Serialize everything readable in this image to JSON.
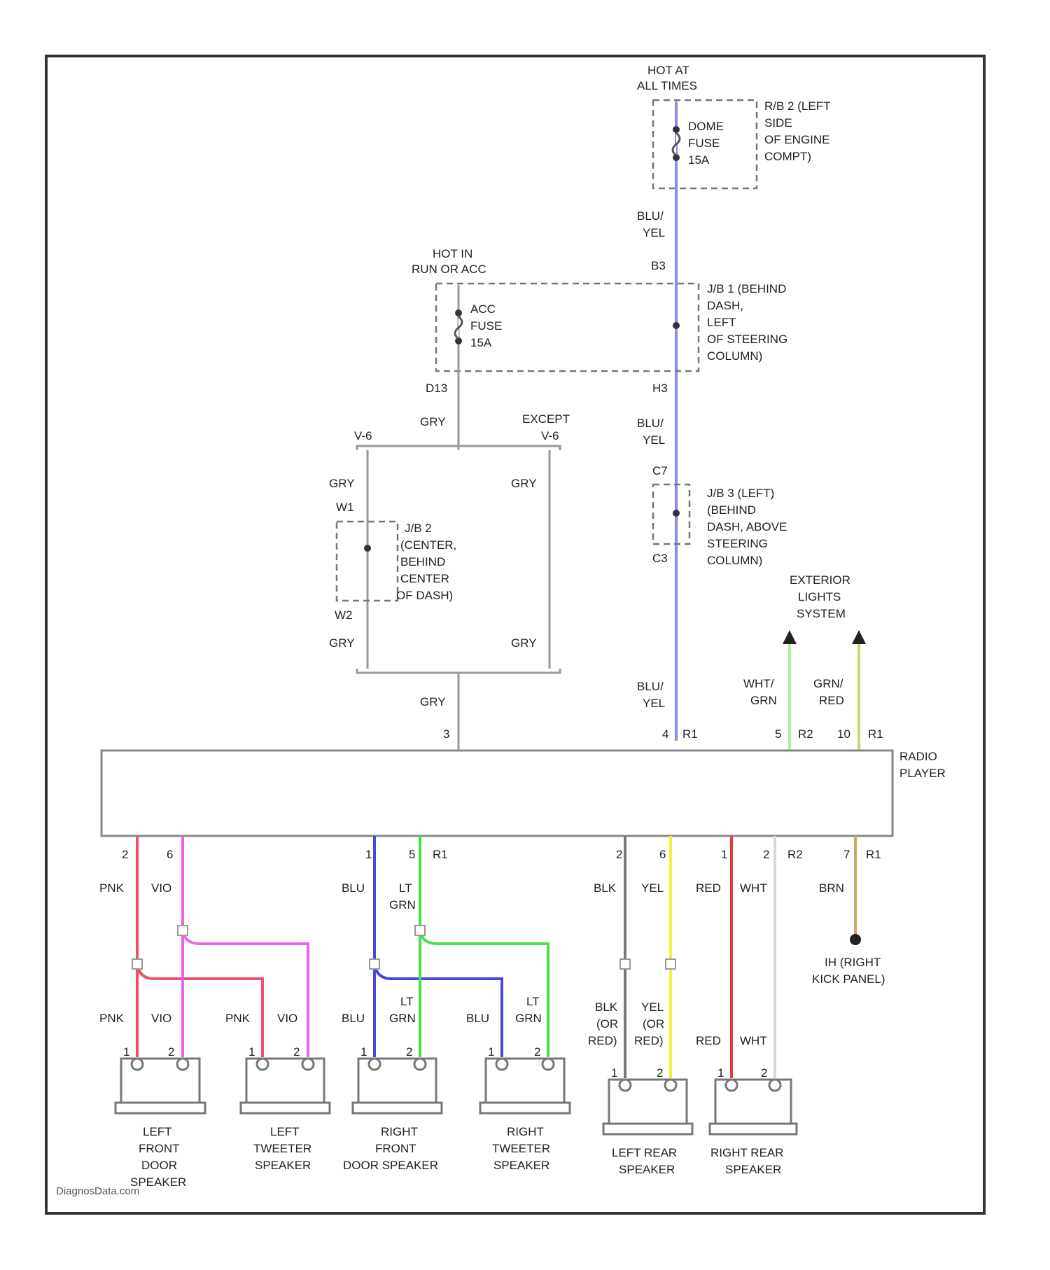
{
  "colors": {
    "frame": "#333333",
    "blu_yel": "#8a8ae8",
    "gry": "#9a9a9a",
    "pnk": "#f0506a",
    "vio": "#f060f0",
    "blu": "#4848e0",
    "lt_grn": "#48e048",
    "blk": "#777777",
    "yel": "#f2f23c",
    "red": "#e83a3a",
    "wht": "#d8d8d8",
    "brn": "#c8aa60",
    "wht_grn": "#b6f0a8",
    "grn_red": "#c8d870"
  },
  "labels": {
    "hot_all_times_1": "HOT AT",
    "hot_all_times_2": "ALL TIMES",
    "rjb_1": "R/B 2 (LEFT",
    "rjb_2": "SIDE",
    "rjb_3": "OF ENGINE",
    "rjb_4": "COMPT)",
    "dome_fuse_1": "DOME",
    "dome_fuse_2": "FUSE",
    "dome_fuse_3": "15A",
    "wire_blu_1": "BLU/",
    "wire_yel_1": "YEL",
    "conn_b3": "B3",
    "hot_run_1": "HOT IN",
    "hot_run_2": "RUN OR ACC",
    "acc_fuse_1": "ACC",
    "acc_fuse_2": "FUSE",
    "acc_fuse_3": "15A",
    "jb1_1": "J/B 1 (BEHIND",
    "jb1_2": "DASH,",
    "jb1_3": "LEFT",
    "jb1_4": "OF STEERING",
    "jb1_5": "COLUMN)",
    "conn_d13": "D13",
    "conn_h3": "H3",
    "gry_a": "GRY",
    "except_1": "EXCEPT",
    "except_2": "V-6",
    "v6": "V-6",
    "wire_blu_2": "BLU/",
    "wire_yel_2": "YEL",
    "conn_c7": "C7",
    "gry_b": "GRY",
    "gry_c": "GRY",
    "conn_w1": "W1",
    "jb2_1": "J/B 2",
    "jb2_2": "(CENTER,",
    "jb2_3": "BEHIND",
    "jb2_4": "CENTER",
    "jb2_5": "OF DASH)",
    "conn_w2": "W2",
    "jb3_1": "J/B 3 (LEFT)",
    "jb3_2": "(BEHIND",
    "jb3_3": "DASH, ABOVE",
    "jb3_4": "STEERING",
    "jb3_5": "COLUMN)",
    "conn_c3": "C3",
    "ext_1": "EXTERIOR",
    "ext_2": "LIGHTS",
    "ext_3": "SYSTEM",
    "gry_d": "GRY",
    "gry_e": "GRY",
    "wire_blu_3": "BLU/",
    "wire_yel_3": "YEL",
    "wht_1": "WHT/",
    "grn_1": "GRN",
    "grn_2": "GRN/",
    "red_1": "RED",
    "gry_f": "GRY",
    "pin_top_3": "3",
    "pin_top_4": "4",
    "r1_a": "R1",
    "pin_top_5": "5",
    "r2_a": "R2",
    "pin_top_10": "10",
    "r1_b": "R1",
    "radio_1": "RADIO",
    "radio_2": "PLAYER",
    "pin_b_2a": "2",
    "pin_b_6": "6",
    "pin_b_1a": "1",
    "pin_b_5": "5",
    "r1_c": "R1",
    "pin_b_2b": "2",
    "pin_b_6b": "6",
    "pin_b_1b": "1",
    "pin_b_2c": "2",
    "r2_b": "R2",
    "pin_b_7": "7",
    "r1_d": "R1",
    "w_pnk_1": "PNK",
    "w_vio_1": "VIO",
    "w_blu_1": "BLU",
    "w_lt_1": "LT",
    "w_grn_1": "GRN",
    "w_blk_1": "BLK",
    "w_yel_1": "YEL",
    "w_red_1": "RED",
    "w_wht_1": "WHT",
    "w_brn_1": "BRN",
    "ground_1": "IH (RIGHT",
    "ground_2": "KICK PANEL)",
    "w_pnk_2": "PNK",
    "w_vio_2": "VIO",
    "w_pnk_3": "PNK",
    "w_vio_3": "VIO",
    "w_blu_2": "BLU",
    "w_lt_2": "LT",
    "w_grn_2": "GRN",
    "w_blu_3": "BLU",
    "w_lt_3": "LT",
    "w_grn_3": "GRN",
    "w_blk_2a": "BLK",
    "w_blk_2b": "(OR",
    "w_blk_2c": "RED)",
    "w_yel_2a": "YEL",
    "w_yel_2b": "(OR",
    "w_yel_2c": "RED)",
    "w_red_2": "RED",
    "w_wht_2": "WHT",
    "sp_pin_1a": "1",
    "sp_pin_2a": "2",
    "sp_pin_1b": "1",
    "sp_pin_2b": "2",
    "sp_pin_1c": "1",
    "sp_pin_2c": "2",
    "sp_pin_1d": "1",
    "sp_pin_2d": "2",
    "sp_pin_1e": "1",
    "sp_pin_2e": "2",
    "sp_pin_1f": "1",
    "sp_pin_2f": "2",
    "lfd_1": "LEFT",
    "lfd_2": "FRONT",
    "lfd_3": "DOOR",
    "lfd_4": "SPEAKER",
    "ltw_1": "LEFT",
    "ltw_2": "TWEETER",
    "ltw_3": "SPEAKER",
    "rfd_1": "RIGHT",
    "rfd_2": "FRONT",
    "rfd_3": "DOOR SPEAKER",
    "rtw_1": "RIGHT",
    "rtw_2": "TWEETER",
    "rtw_3": "SPEAKER",
    "lr_1": "LEFT REAR",
    "lr_2": "SPEAKER",
    "rr_1": "RIGHT REAR",
    "rr_2": "SPEAKER",
    "watermark": "DiagnosData.com"
  }
}
